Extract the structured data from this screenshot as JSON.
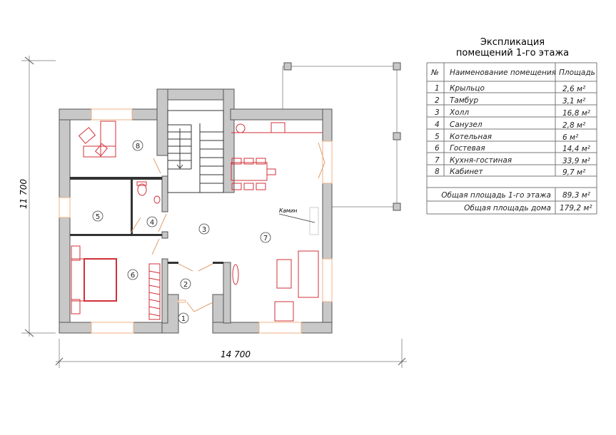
{
  "title": {
    "line1": "Экспликация",
    "line2": "помещений 1-го этажа"
  },
  "table": {
    "headers": {
      "num": "№",
      "name": "Наименование помещения",
      "area": "Площадь"
    },
    "rows": [
      {
        "num": "1",
        "name": "Крыльцо",
        "area": "2,6 м²"
      },
      {
        "num": "2",
        "name": "Тамбур",
        "area": "3,1 м²"
      },
      {
        "num": "3",
        "name": "Холл",
        "area": "16,8 м²"
      },
      {
        "num": "4",
        "name": "Санузел",
        "area": "2,8 м²"
      },
      {
        "num": "5",
        "name": "Котельная",
        "area": "6 м²"
      },
      {
        "num": "6",
        "name": "Гостевая",
        "area": "14,4 м²"
      },
      {
        "num": "7",
        "name": "Кухня-гостиная",
        "area": "33,9 м²"
      },
      {
        "num": "8",
        "name": "Кабинет",
        "area": "9,7 м²"
      }
    ],
    "totals": [
      {
        "label": "Общая площадь 1-го этажа",
        "area": "89,3 м²"
      },
      {
        "label": "Общая площадь дома",
        "area": "179,2 м²"
      }
    ]
  },
  "plan": {
    "dim_width": "14 700",
    "dim_height": "11 700",
    "fireplace_label": "Камин",
    "room_numbers": [
      "1",
      "2",
      "3",
      "4",
      "5",
      "6",
      "7",
      "8"
    ]
  },
  "colors": {
    "wall": "#c8c8c8",
    "furniture": "#d03038",
    "window": "#f0b080"
  }
}
